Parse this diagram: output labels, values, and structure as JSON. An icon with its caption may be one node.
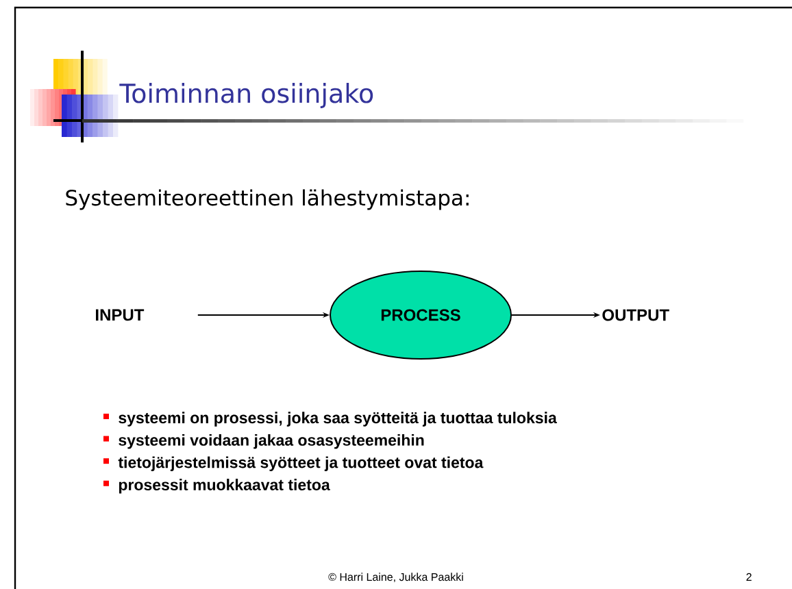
{
  "diagram": {
    "title": "Toiminnan osiinjako",
    "nodes": [
      {
        "text": [
          "INPUT"
        ]
      },
      {
        "text": [
          "PROCESS"
        ]
      },
      {
        "text": [
          "OUTPUT"
        ]
      }
    ],
    "edges": [
      {
        "from": 0,
        "to": 1,
        "arrow": "to"
      },
      {
        "from": 1,
        "to": 2,
        "arrow": "to"
      }
    ],
    "labels": [
      "Systeemiteoreettinen lähestymistapa:",
      "systeemi on prosessi, joka saa syötteitä ja tuottaa tuloksia",
      "systeemi voidaan jakaa osasysteemeihin",
      "tietojärjestelmissä syötteet ja tuotteet ovat tietoa",
      "prosessit muokkaavat tietoa",
      "© Harri Laine, Jukka Paakki",
      "2"
    ]
  }
}
